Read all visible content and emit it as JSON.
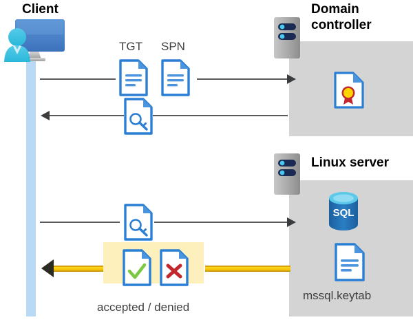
{
  "diagram": {
    "type": "sequence",
    "title_client": "Client",
    "actors": {
      "client": {
        "label": "Client",
        "icon": "client-computer-user-icon"
      },
      "domain_controller": {
        "label": "Domain controller",
        "icon": "server-tower-icon"
      },
      "linux_server": {
        "label": "Linux server",
        "icon": "server-tower-icon"
      }
    },
    "labels": {
      "tgt": "TGT",
      "spn": "SPN",
      "accepted_denied": "accepted / denied",
      "keytab": "mssql.keytab"
    },
    "icons": {
      "tgt_doc": "document-text-icon",
      "spn_doc": "document-text-icon",
      "ticket_key_doc": "document-key-icon",
      "request_key_doc": "document-key-icon",
      "certificate_doc": "document-certificate-icon",
      "sql_database": "sql-database-icon",
      "keytab_doc": "document-text-icon",
      "accepted_doc": "document-check-icon",
      "denied_doc": "document-cross-icon"
    },
    "sql_text": "SQL",
    "messages": [
      {
        "id": 1,
        "from": "client",
        "to": "domain_controller",
        "direction": "right",
        "payload": [
          "TGT",
          "SPN"
        ]
      },
      {
        "id": 2,
        "from": "domain_controller",
        "to": "client",
        "direction": "left",
        "payload": [
          "service-ticket"
        ]
      },
      {
        "id": 3,
        "from": "client",
        "to": "linux_server",
        "direction": "right",
        "payload": [
          "service-ticket"
        ]
      },
      {
        "id": 4,
        "from": "linux_server",
        "to": "client",
        "direction": "left",
        "payload": [
          "accepted / denied"
        ],
        "style": "gold"
      }
    ],
    "colors": {
      "panel_gray": "#d4d4d4",
      "lifeline_blue": "#b9d9f4",
      "line_gray": "#58595b",
      "gold": "#ffd21a",
      "highlight_yellow": "#fdf0bd",
      "doc_blue": "#2a7fd4",
      "check_green": "#7ac943",
      "cross_red": "#c1272d",
      "sql_blue": "#1f6fb4",
      "cert_gold": "#ffd400",
      "server_navy": "#1b2a52"
    }
  }
}
